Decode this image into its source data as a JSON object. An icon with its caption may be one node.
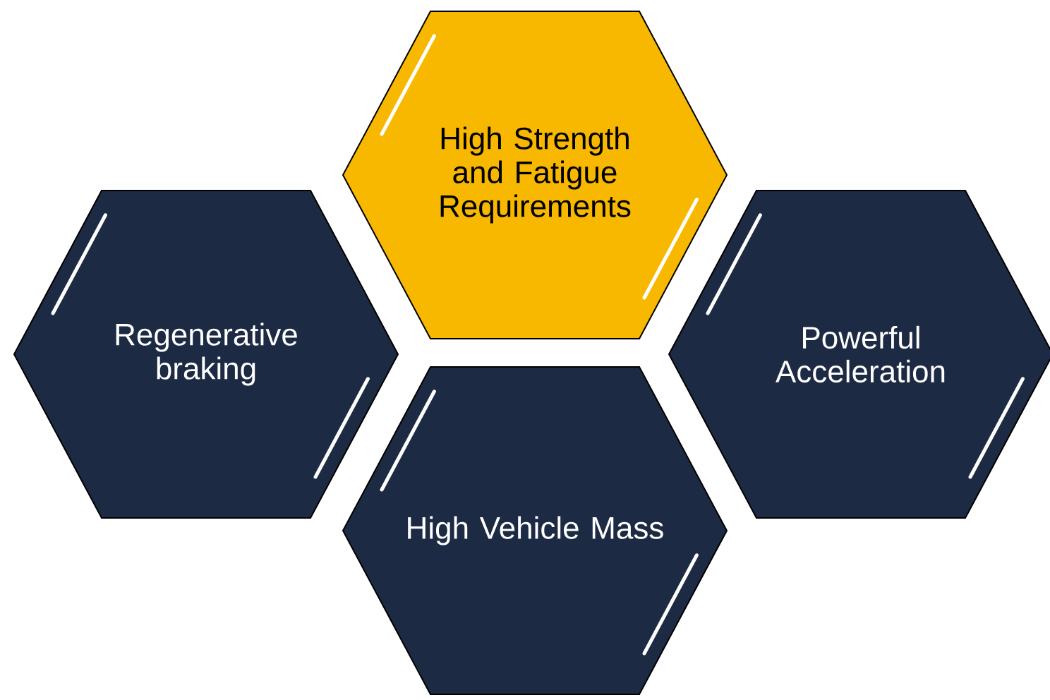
{
  "diagram": {
    "nodes": [
      {
        "text": [
          "High Strength and Fatigue Requirements"
        ]
      },
      {
        "text": [
          "Regenerative braking"
        ]
      },
      {
        "text": [
          "Powerful Acceleration"
        ]
      },
      {
        "text": [
          "High Vehicle Mass"
        ]
      }
    ]
  }
}
